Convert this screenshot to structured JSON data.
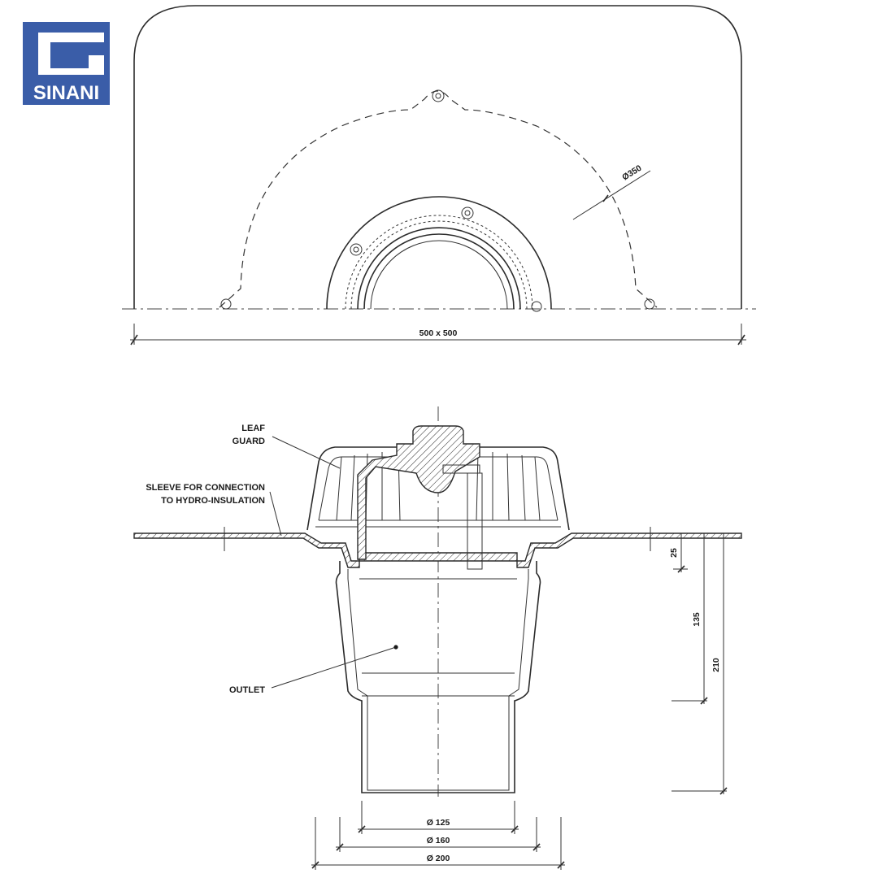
{
  "logo": {
    "text": "SINANI",
    "color": "#3a5da8"
  },
  "plan_view": {
    "diameter_label": "Ø350",
    "width_label": "500 x 500"
  },
  "section_view": {
    "labels": {
      "leaf_guard_line1": "LEAF",
      "leaf_guard_line2": "GUARD",
      "sleeve_line1": "SLEEVE FOR CONNECTION",
      "sleeve_line2": "TO HYDRO-INSULATION",
      "outlet": "OUTLET"
    },
    "dimensions": {
      "d125": "Ø 125",
      "d160": "Ø 160",
      "d200": "Ø 200",
      "h25": "25",
      "h135": "135",
      "h210": "210"
    }
  }
}
